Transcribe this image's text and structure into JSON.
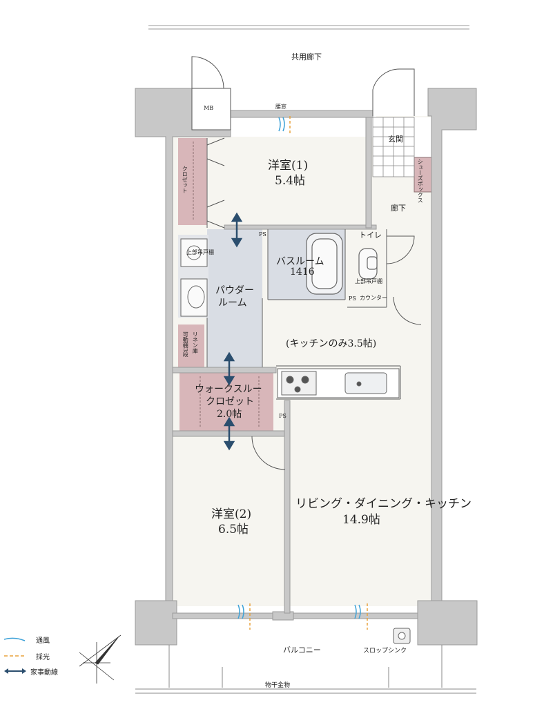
{
  "rooms": {
    "common_corridor": "共用廊下",
    "mb": "MB",
    "window_small": "腰窓",
    "entrance": "玄関",
    "shoe_box": "シューズボックス",
    "bedroom1_name": "洋室(1)",
    "bedroom1_size": "5.4帖",
    "closet": "クロゼット",
    "hallway": "廊下",
    "toilet": "トイレ",
    "bathroom_name": "バスルーム",
    "bathroom_size": "1416",
    "ps": "PS",
    "upper_shelf": "上部吊戸棚",
    "counter": "カウンター",
    "powder_room_l1": "パウダー",
    "powder_room_l2": "ルーム",
    "upper_shelf_2": "上部吊戸棚",
    "linen": "リネン庫",
    "adjustable_shelf": "可動棚3段",
    "kitchen_only": "(キッチンのみ3.5帖)",
    "walkin_l1": "ウォークスルー",
    "walkin_l2": "クロゼット",
    "walkin_size": "2.0帖",
    "bedroom2_name": "洋室(2)",
    "bedroom2_size": "6.5帖",
    "ldk_name": "リビング・ダイニング・キッチン",
    "ldk_size": "14.9帖",
    "balcony": "バルコニー",
    "slop_sink": "スロップシンク",
    "drying_hardware": "物干金物"
  },
  "legend": {
    "ventilation": "通風",
    "daylight": "採光",
    "housework_path": "家事動線"
  },
  "colors": {
    "wall": "#c8c8c8",
    "floor": "#f6f5f0",
    "wet_area": "#d9dde4",
    "storage": "#d8b6b9",
    "ventilation": "#3ea2d8",
    "daylight": "#e8a23c",
    "path_arrow": "#2b4e6e"
  }
}
